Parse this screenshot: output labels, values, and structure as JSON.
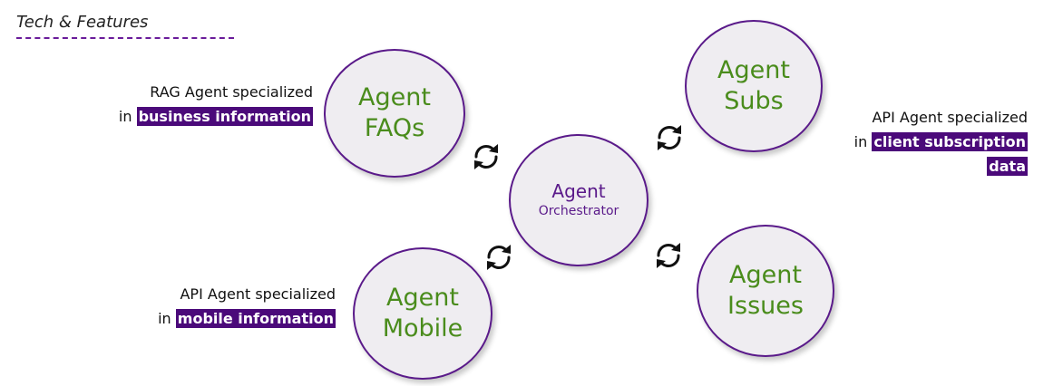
{
  "header": {
    "title": "Tech & Features"
  },
  "nodes": {
    "faqs": {
      "line1": "Agent",
      "line2": "FAQs"
    },
    "subs": {
      "line1": "Agent",
      "line2": "Subs"
    },
    "orchestrator": {
      "line1": "Agent",
      "line2": "Orchestrator"
    },
    "mobile": {
      "line1": "Agent",
      "line2": "Mobile"
    },
    "issues": {
      "line1": "Agent",
      "line2": "Issues"
    }
  },
  "descriptions": {
    "faqs": {
      "line1": "RAG Agent specialized",
      "prefix": "in",
      "highlight": "business information"
    },
    "subs": {
      "line1": "API Agent specialized",
      "prefix": "in",
      "highlight": "client subscription",
      "line3": "data"
    },
    "mobile": {
      "line1": "API Agent specialized",
      "prefix": "in",
      "highlight": "mobile information"
    }
  },
  "colors": {
    "node_fill": "#efedf1",
    "node_border": "#5a1a8a",
    "agent_text": "#4a8c1c",
    "orchestrator_text": "#5a1a8a",
    "highlight_bg": "#4b0a7a",
    "dash_line": "#6a1b9a"
  },
  "icons": {
    "connector": "sync-cycle-icon"
  }
}
